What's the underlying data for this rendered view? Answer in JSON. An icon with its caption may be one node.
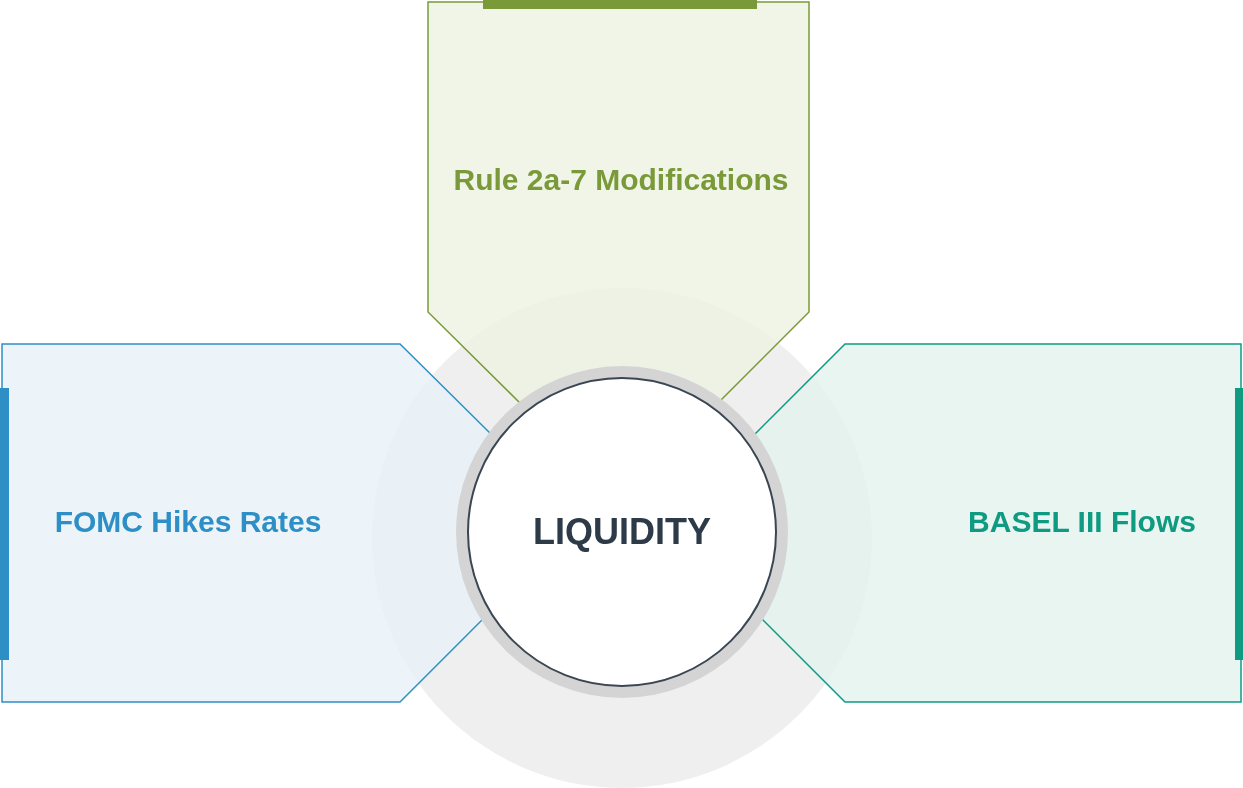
{
  "diagram": {
    "nodes": [
      {
        "text": [
          "Rule 2a-7 Modifications"
        ]
      },
      {
        "text": [
          "FOMC Hikes Rates"
        ]
      },
      {
        "text": [
          "LIQUIDITY"
        ]
      },
      {
        "text": [
          "BASEL III Flows"
        ]
      }
    ],
    "edges": []
  }
}
